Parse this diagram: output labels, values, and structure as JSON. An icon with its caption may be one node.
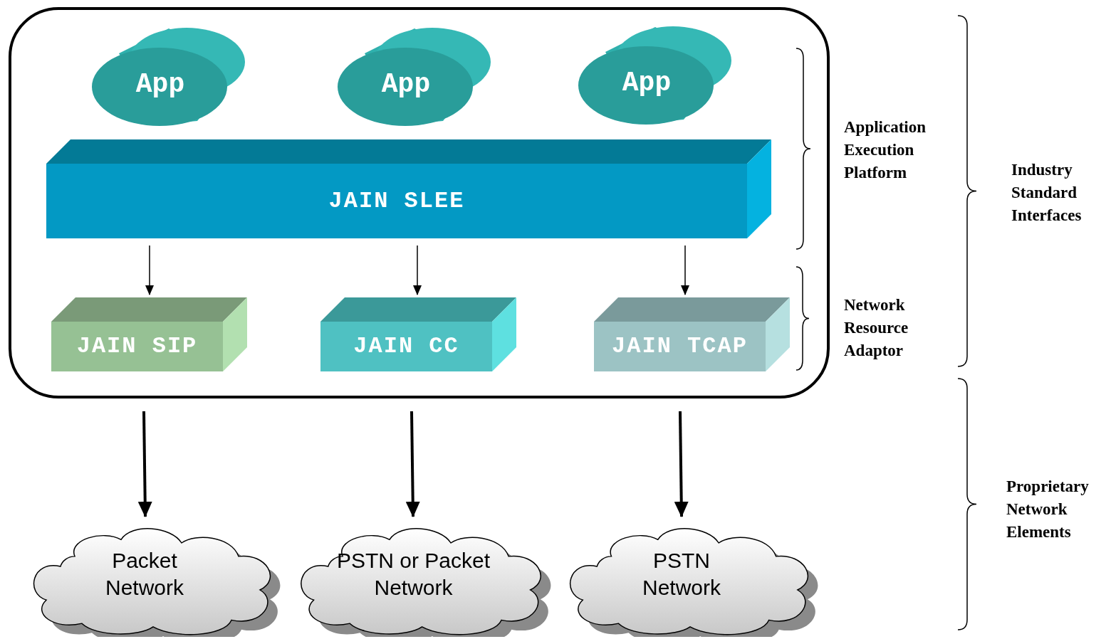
{
  "diagram": {
    "nodes": [
      {
        "text": [],
        "shape": "box"
      },
      {
        "text": [
          "App"
        ],
        "in": 0
      },
      {
        "text": [
          "App"
        ],
        "in": 0
      },
      {
        "text": [
          "App"
        ],
        "in": 0
      },
      {
        "text": [
          "JAIN SLEE"
        ],
        "in": 0
      },
      {
        "text": [
          "JAIN SIP"
        ],
        "in": 0
      },
      {
        "text": [
          "JAIN CC"
        ],
        "in": 0
      },
      {
        "text": [
          "JAIN TCAP"
        ],
        "in": 0
      },
      {
        "text": [
          "Packet Network"
        ]
      },
      {
        "text": [
          "PSTN or Packet Network"
        ]
      },
      {
        "text": [
          "PSTN Network"
        ]
      }
    ],
    "edges": [
      {
        "from": 4,
        "to": 5,
        "arrow": "to"
      },
      {
        "from": 4,
        "to": 6,
        "arrow": "to"
      },
      {
        "from": 4,
        "to": 7,
        "arrow": "to"
      },
      {
        "from": 0,
        "to": 8,
        "arrow": "to",
        "style": "thick"
      },
      {
        "from": 0,
        "to": 9,
        "arrow": "to",
        "style": "thick"
      },
      {
        "from": 0,
        "to": 10,
        "arrow": "to",
        "style": "thick"
      }
    ],
    "labels": [
      "Application Execution Platform",
      "Network Resource Adaptor",
      "Industry Standard Interfaces",
      "Proprietary Network Elements"
    ]
  }
}
